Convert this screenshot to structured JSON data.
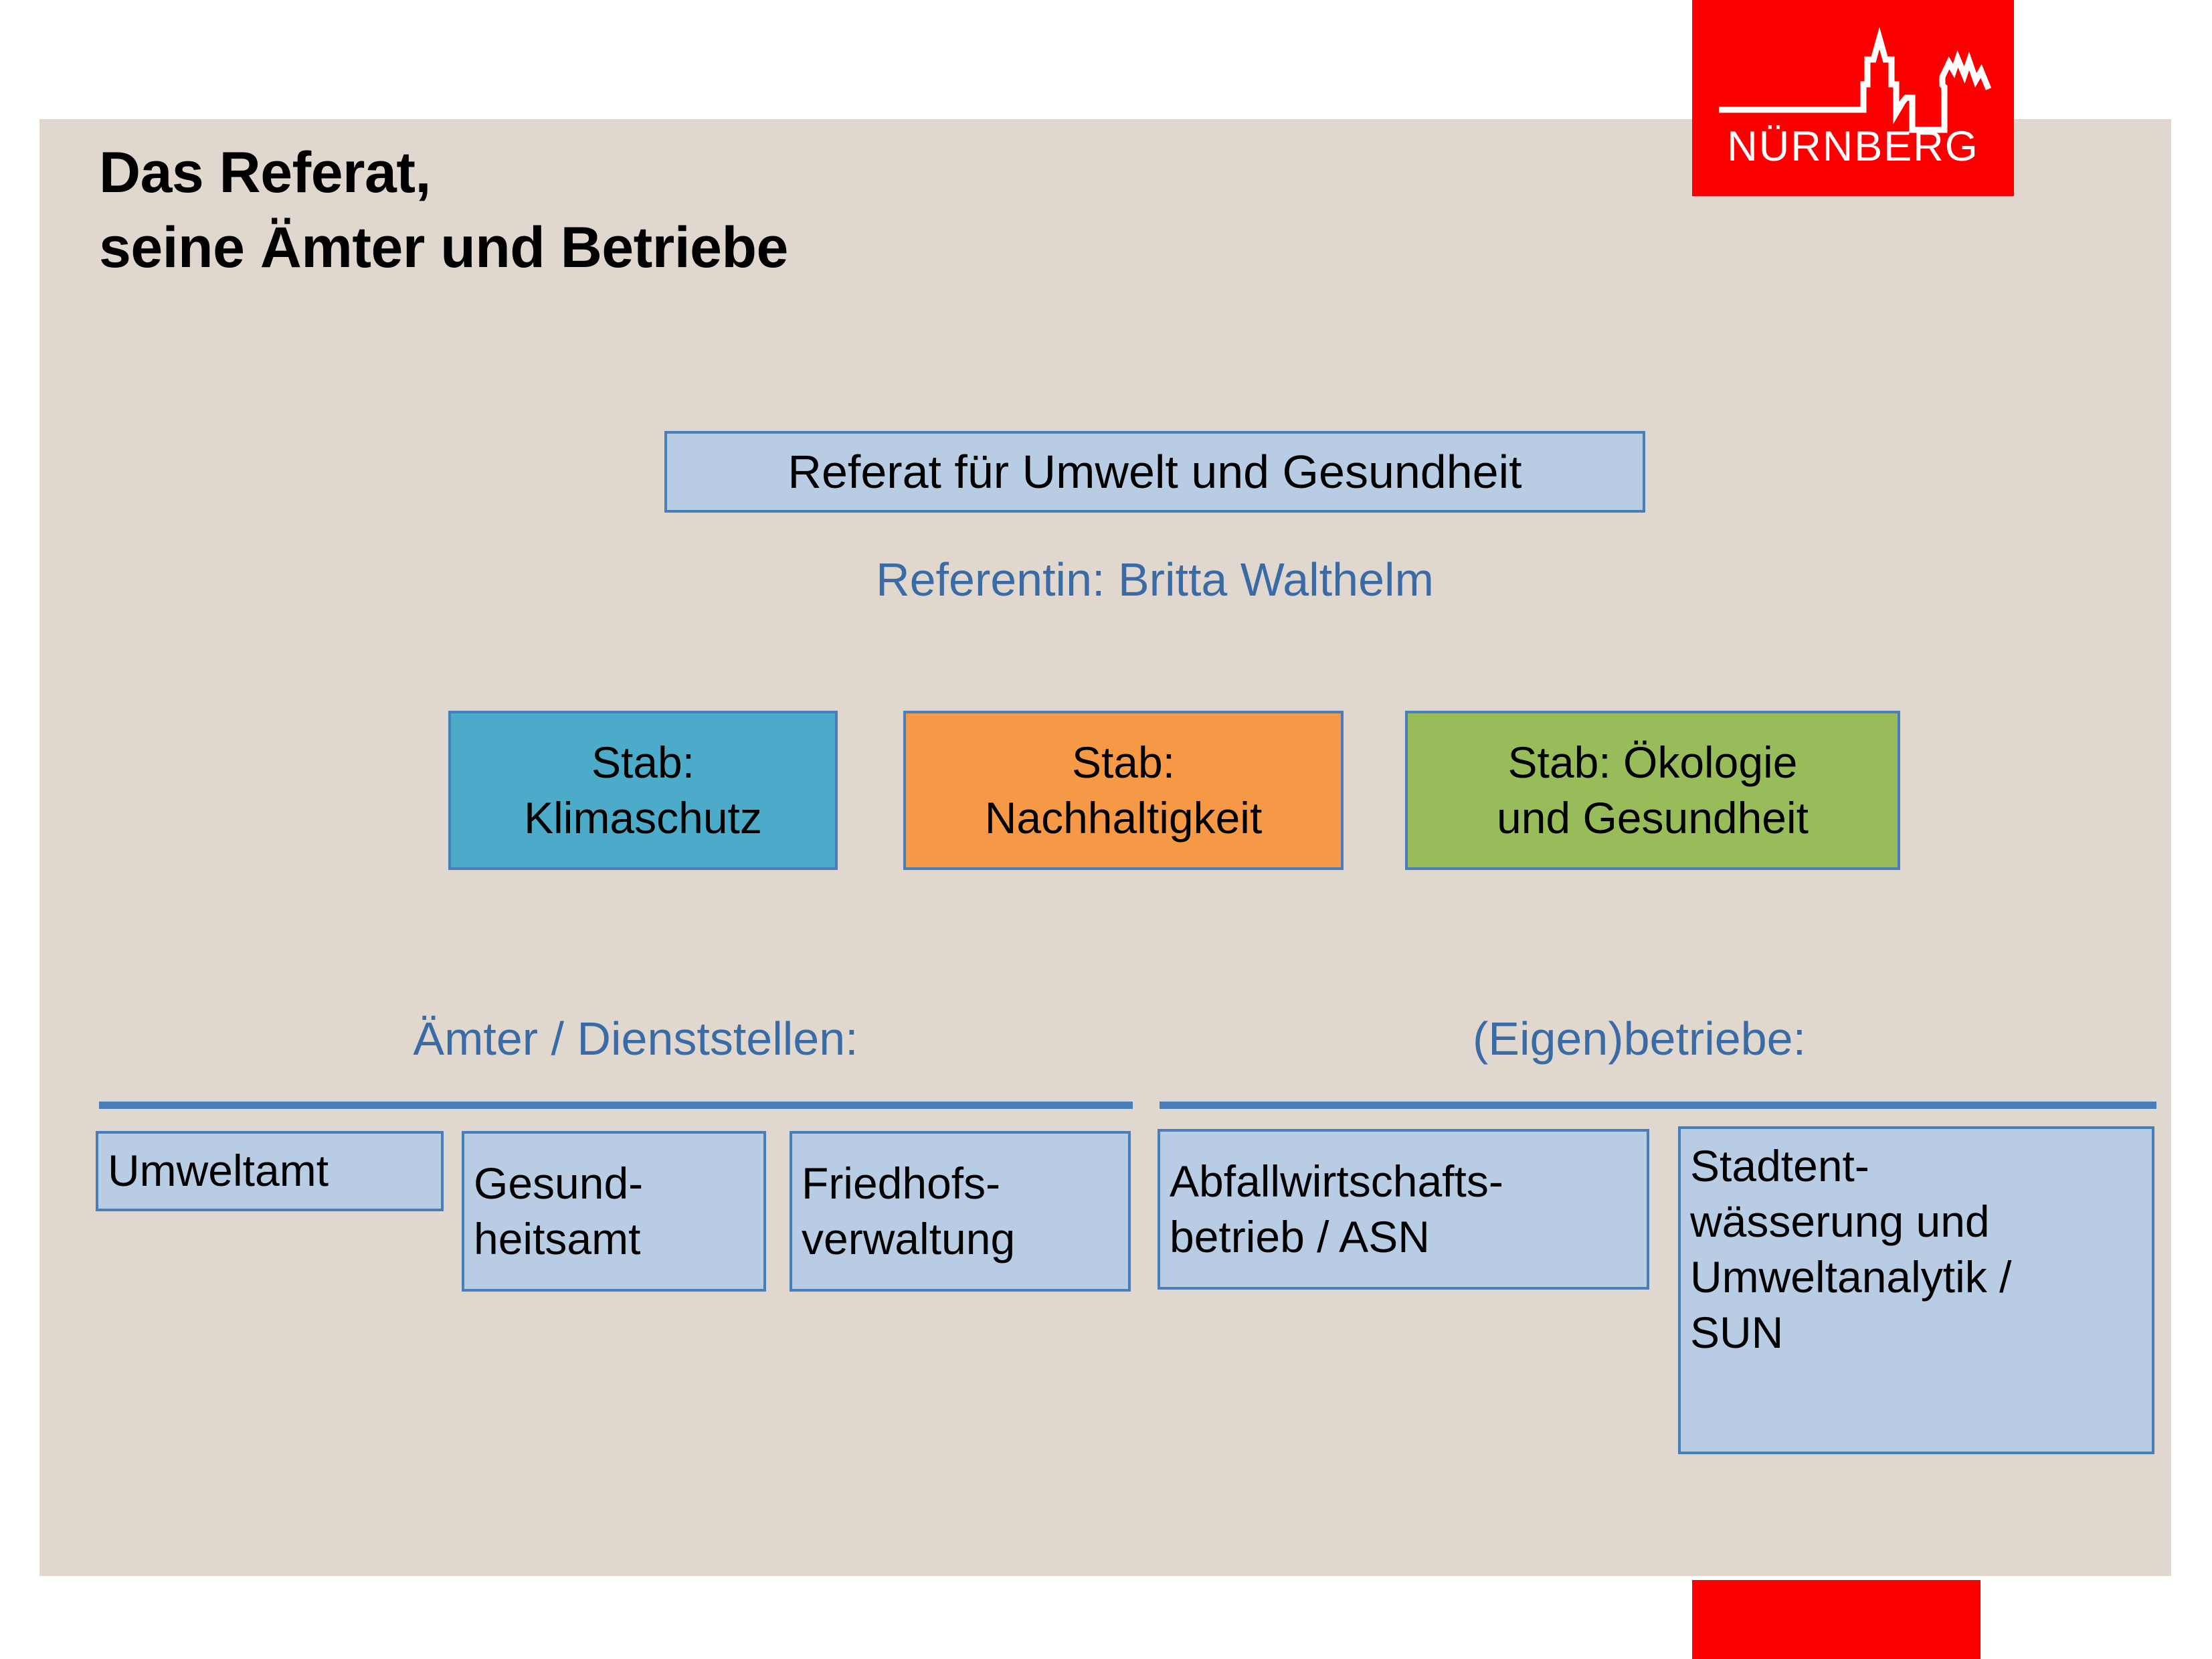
{
  "slide": {
    "title_lines": [
      "Das Referat,",
      "seine Ämter und Betriebe"
    ],
    "background_color": "#e0d8cf",
    "accent_blue": "#4a7ebb",
    "box_fill_blue": "#b8cce4",
    "label_blue": "#3b6ba5"
  },
  "logo": {
    "wordmark": "NÜRNBERG",
    "icon": "nuernberg-skyline-icon",
    "color": "#fb0000"
  },
  "org": {
    "head": {
      "label": "Referat für Umwelt und Gesundheit",
      "fill": "#b8cce4"
    },
    "head_person": "Referentin: Britta Walthelm",
    "staff_units": [
      {
        "label": "Stab:\nKlimaschutz",
        "fill": "#4cabc8"
      },
      {
        "label": "Stab:\nNachhaltigkeit",
        "fill": "#f59946"
      },
      {
        "label": "Stab: Ökologie\nund Gesundheit",
        "fill": "#99bc5a"
      }
    ],
    "groups": [
      {
        "heading": "Ämter / Dienststellen:",
        "items": [
          {
            "label": "Umweltamt"
          },
          {
            "label": "Gesund-\nheitsamt"
          },
          {
            "label": "Friedhofs-\nverwaltung"
          }
        ]
      },
      {
        "heading": "(Eigen)betriebe:",
        "items": [
          {
            "label": "Abfallwirtschafts-\nbetrieb / ASN"
          },
          {
            "label": "Stadtent-\nwässerung und\nUmweltanalytik /\nSUN"
          }
        ]
      }
    ]
  }
}
